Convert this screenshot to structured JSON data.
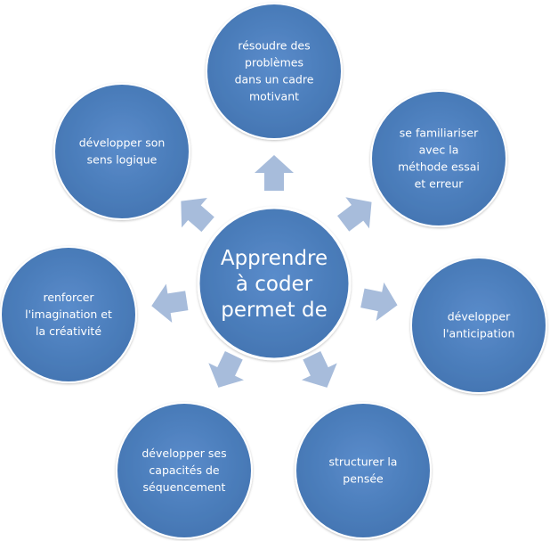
{
  "center": {
    "lines": [
      "Apprendre",
      "à coder",
      "permet de"
    ]
  },
  "nodes": [
    {
      "id": "resoudre-problemes",
      "lines": [
        "résoudre des",
        "problèmes",
        "dans un cadre",
        "motivant"
      ]
    },
    {
      "id": "methode-essai-erreur",
      "lines": [
        "se familiariser",
        "avec la",
        "méthode essai",
        "et erreur"
      ]
    },
    {
      "id": "anticipation",
      "lines": [
        "développer",
        "l'anticipation"
      ]
    },
    {
      "id": "structurer-pensee",
      "lines": [
        "structurer la",
        "pensée"
      ]
    },
    {
      "id": "sequencement",
      "lines": [
        "développer ses",
        "capacités de",
        "séquencement"
      ]
    },
    {
      "id": "imagination-creativite",
      "lines": [
        "renforcer",
        "l'imagination et",
        "la créativité"
      ]
    },
    {
      "id": "sens-logique",
      "lines": [
        "développer son",
        "sens logique"
      ]
    }
  ],
  "colors": {
    "circle": "#4f81bd",
    "circle_border": "#ffffff",
    "arrow": "#a7bcdb",
    "text": "#ffffff",
    "background": "#ffffff"
  }
}
